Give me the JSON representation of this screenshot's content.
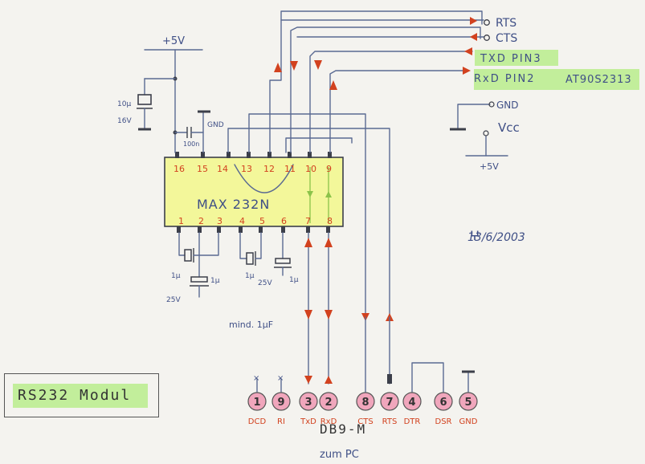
{
  "chip": {
    "name": "MAX 232N",
    "top_pins": [
      "16",
      "15",
      "14",
      "13",
      "12",
      "11",
      "10",
      "9"
    ],
    "bottom_pins": [
      "1",
      "2",
      "3",
      "4",
      "5",
      "6",
      "7",
      "8"
    ]
  },
  "power": {
    "vcc_label": "+5V",
    "gnd_label": "GND",
    "cap_big_value": "10µ",
    "cap_big_voltage": "16V",
    "cap_small_value": "100n"
  },
  "signals": {
    "rts": "RTS",
    "cts": "CTS",
    "txd": "TXD PIN3",
    "rxd": "RxD PIN2",
    "mcu": "AT90S2313"
  },
  "legend": {
    "gnd": "GND",
    "vcc": "Vcc",
    "plus5v": "+5V"
  },
  "caps": {
    "c1_value": "1µ",
    "c1_voltage": "25V",
    "c2_value": "1µ",
    "c3_value": "1µ",
    "c3_voltage": "25V",
    "c4_value": "1µ",
    "min_note": "mind. 1µF"
  },
  "signature": "13/6/2003",
  "module_label": "RS232 Modul",
  "connector": {
    "name": "DB9-M",
    "to_pc": "zum PC",
    "pins": [
      {
        "num": "1",
        "label": "DCD"
      },
      {
        "num": "9",
        "label": "RI"
      },
      {
        "num": "3",
        "label": "TxD"
      },
      {
        "num": "2",
        "label": "RxD"
      },
      {
        "num": "8",
        "label": "CTS"
      },
      {
        "num": "7",
        "label": "RTS"
      },
      {
        "num": "4",
        "label": "DTR"
      },
      {
        "num": "6",
        "label": "DSR"
      },
      {
        "num": "5",
        "label": "GND"
      }
    ]
  },
  "colors": {
    "chip_fill": "#f3f79a",
    "highlight": "#b8ec8c",
    "pin_pink": "#f0a6bc",
    "ink_red": "#d2421f",
    "ink_blue": "#5a6a92"
  }
}
